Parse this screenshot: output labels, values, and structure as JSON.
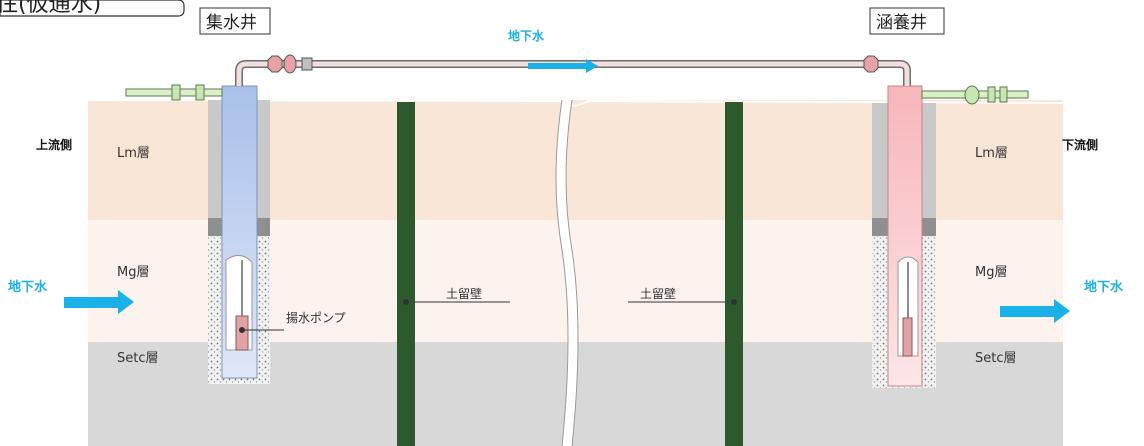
{
  "title": "往(仮通水)",
  "collection_well": "集水井",
  "recharge_well": "涵養井",
  "flow_top": "地下水",
  "upstream": "上流側",
  "downstream": "下流側",
  "layers": {
    "left": {
      "lm": "Lm層",
      "mg": "Mg層",
      "setc": "Setc層"
    },
    "right": {
      "lm": "Lm層",
      "mg": "Mg層",
      "setc": "Setc層"
    }
  },
  "groundwater_left": "地下水",
  "groundwater_right": "地下水",
  "retaining_wall_left": "土留壁",
  "retaining_wall_right": "土留壁",
  "pump": "揚水ポンプ",
  "colors": {
    "lm_layer": "#fae6d6",
    "mg_layer": "#fcf3ee",
    "setc_layer": "#d8d8d8",
    "wall": "#2d5a2d",
    "arrow": "#1ab0e8",
    "collection_pipe": "#b9cbea",
    "recharge_pipe": "#f6c0c4"
  }
}
